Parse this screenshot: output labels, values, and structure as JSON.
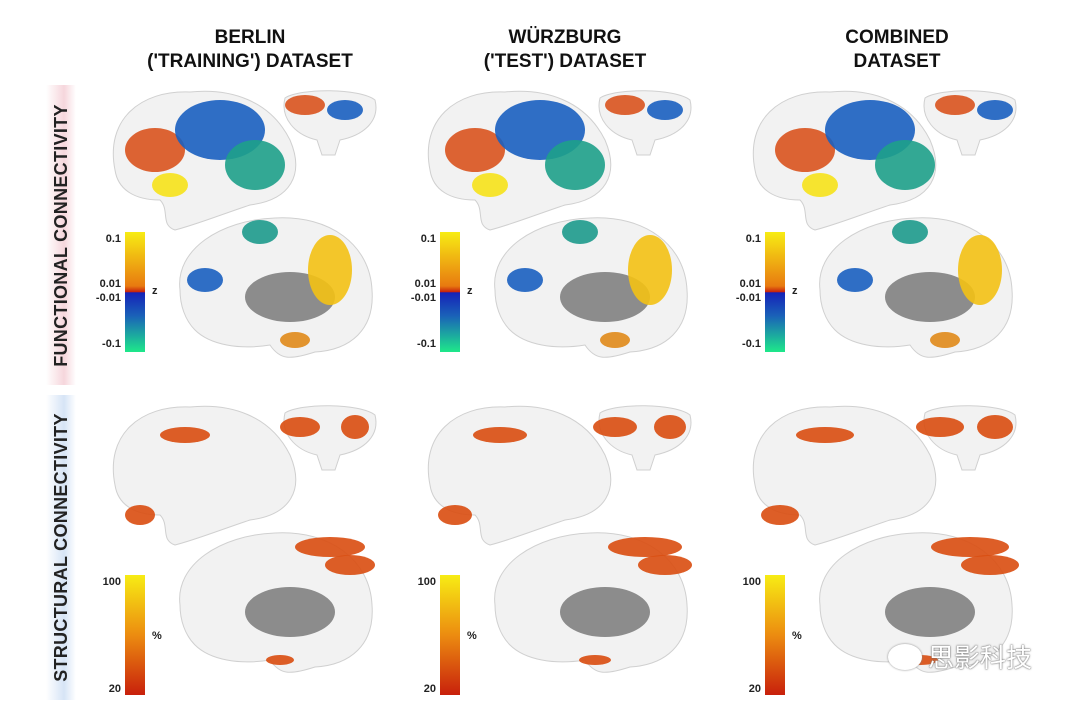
{
  "columns": [
    {
      "title_line1": "BERLIN",
      "title_line2": "('TRAINING') DATASET"
    },
    {
      "title_line1": "WÜRZBURG",
      "title_line2": "('TEST') DATASET"
    },
    {
      "title_line1": "COMBINED",
      "title_line2": "DATASET"
    }
  ],
  "rows": [
    {
      "label": "FUNCTIONAL CONNECTIVITY",
      "bg": "#f6d6dc"
    },
    {
      "label": "STRUCTURAL CONNECTIVITY",
      "bg": "#d6e4f6"
    }
  ],
  "functional_colorbar": {
    "ticks": [
      "0.1",
      "0.01",
      "-0.01",
      "-0.1"
    ],
    "unit": "z"
  },
  "structural_colorbar": {
    "ticks": [
      "100",
      "20"
    ],
    "unit": "%"
  },
  "watermark": "思影科技"
}
